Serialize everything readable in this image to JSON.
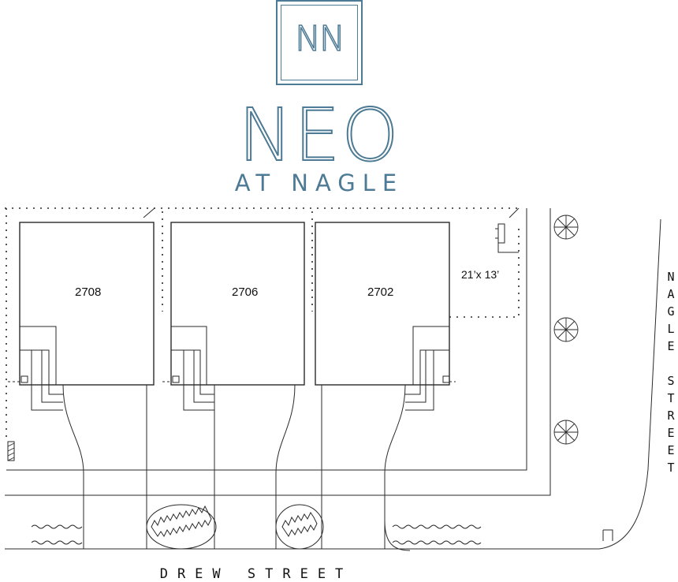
{
  "logo": {
    "monogram": "NN",
    "name": "NEO",
    "tagline": "AT NAGLE"
  },
  "units": [
    {
      "number": "2708"
    },
    {
      "number": "2706"
    },
    {
      "number": "2702"
    }
  ],
  "patio_dimension": "21’x 13’",
  "streets": {
    "bottom": "DREW STREET",
    "right": "NAGLE STREET"
  },
  "colors": {
    "brand": "#4d7a94",
    "lines": "#2a2a2a"
  },
  "icons": [
    "tree-icon",
    "meter-icon",
    "bike-rack-icon"
  ]
}
